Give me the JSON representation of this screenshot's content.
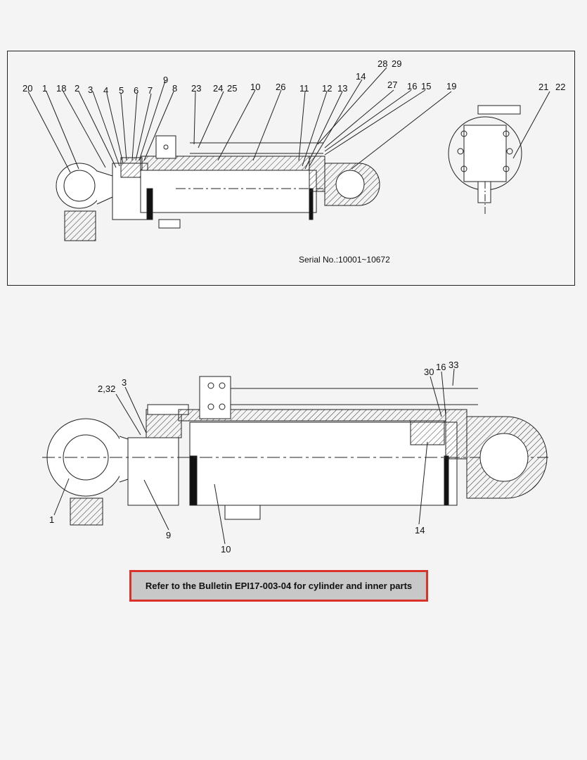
{
  "top_diagram": {
    "serial": "Serial No.:10001~10672",
    "callouts": [
      "20",
      "1",
      "18",
      "2",
      "3",
      "4",
      "5",
      "6",
      "7",
      "9",
      "8",
      "23",
      "24",
      "25",
      "10",
      "26",
      "11",
      "12",
      "13",
      "14",
      "28",
      "29",
      "27",
      "16",
      "15",
      "19",
      "21",
      "22"
    ]
  },
  "bottom_diagram": {
    "callouts": [
      "2,32",
      "3",
      "30",
      "16",
      "33",
      "1",
      "9",
      "10",
      "14"
    ]
  },
  "bulletin_text": "Refer to the Bulletin EPI17-003-04 for cylinder and inner parts"
}
